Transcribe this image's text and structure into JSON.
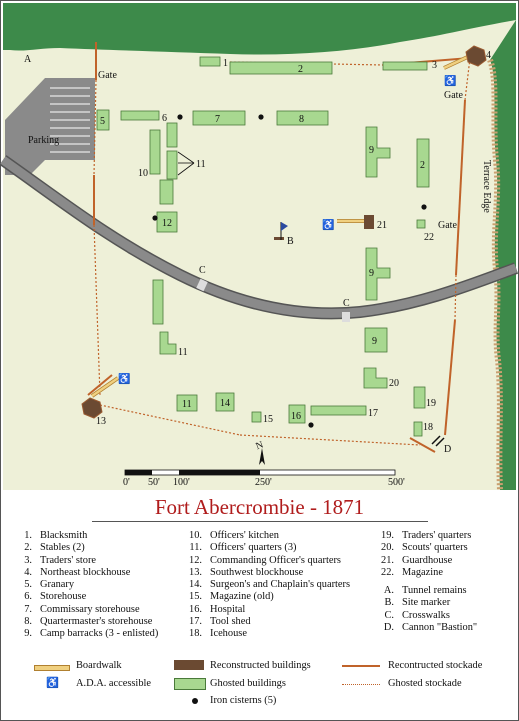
{
  "title": "Fort Abercrombie - 1871",
  "map_labels": {
    "gate_nw": "Gate",
    "gate_ne": "Gate",
    "gate_e": "Gate",
    "parking": "Parking",
    "terrace_edge": "Terrace Edge",
    "A": "A",
    "B": "B",
    "C": "C",
    "D": "D",
    "b1": "1",
    "b2": "2",
    "b3": "3",
    "b4": "4",
    "b5": "5",
    "b6": "6",
    "b7": "7",
    "b8": "8",
    "b9a": "9",
    "b9b": "9",
    "b9c": "9",
    "b10": "10",
    "b11a": "11",
    "b11b": "11",
    "b12": "12",
    "b13": "13",
    "b14": "14",
    "b15": "15",
    "b16": "16",
    "b17": "17",
    "b18": "18",
    "b19": "19",
    "b20": "20",
    "b21": "21",
    "b22": "22",
    "b2e": "2"
  },
  "scale": {
    "ticks": [
      "0'",
      "50'",
      "100'",
      "250'",
      "500'"
    ],
    "north": "N"
  },
  "legend": {
    "buildings": [
      {
        "n": "1.",
        "name": "Blacksmith"
      },
      {
        "n": "2.",
        "name": "Stables (2)"
      },
      {
        "n": "3.",
        "name": "Traders' store"
      },
      {
        "n": "4.",
        "name": "Northeast blockhouse"
      },
      {
        "n": "5.",
        "name": "Granary"
      },
      {
        "n": "6.",
        "name": "Storehouse"
      },
      {
        "n": "7.",
        "name": "Commissary storehouse"
      },
      {
        "n": "8.",
        "name": "Quartermaster's storehouse"
      },
      {
        "n": "9.",
        "name": "Camp barracks (3 - enlisted)"
      },
      {
        "n": "10.",
        "name": "Officers' kitchen"
      },
      {
        "n": "11.",
        "name": "Officers' quarters (3)"
      },
      {
        "n": "12.",
        "name": "Commanding Officer's quarters"
      },
      {
        "n": "13.",
        "name": "Southwest blockhouse"
      },
      {
        "n": "14.",
        "name": "Surgeon's and Chaplain's quarters"
      },
      {
        "n": "15.",
        "name": "Magazine (old)"
      },
      {
        "n": "16.",
        "name": "Hospital"
      },
      {
        "n": "17.",
        "name": "Tool shed"
      },
      {
        "n": "18.",
        "name": "Icehouse"
      },
      {
        "n": "19.",
        "name": "Traders' quarters"
      },
      {
        "n": "20.",
        "name": "Scouts' quarters"
      },
      {
        "n": "21.",
        "name": "Guardhouse"
      },
      {
        "n": "22.",
        "name": "Magazine"
      }
    ],
    "letters": [
      {
        "n": "A.",
        "name": "Tunnel remains"
      },
      {
        "n": "B.",
        "name": "Site marker"
      },
      {
        "n": "C.",
        "name": "Crosswalks"
      },
      {
        "n": "D.",
        "name": "Cannon \"Bastion\""
      }
    ],
    "key": {
      "boardwalk": "Boardwalk",
      "ada": "A.D.A. accessible",
      "reconstructed_buildings": "Reconstructed buildings",
      "ghosted_buildings": "Ghosted buildings",
      "iron_cisterns": "Iron cisterns (5)",
      "reconstructed_stockade": "Recontructed stockade",
      "ghosted_stockade": "Ghosted stockade"
    }
  },
  "colors": {
    "ground": "#eef0d8",
    "ghosted": "#a8d890",
    "trees": "#3d8a4a",
    "road": "#777777",
    "stockade": "#c0632a",
    "reconstructed": "#6b4a32",
    "boardwalk": "#e8c070",
    "title": "#b01c1c"
  }
}
